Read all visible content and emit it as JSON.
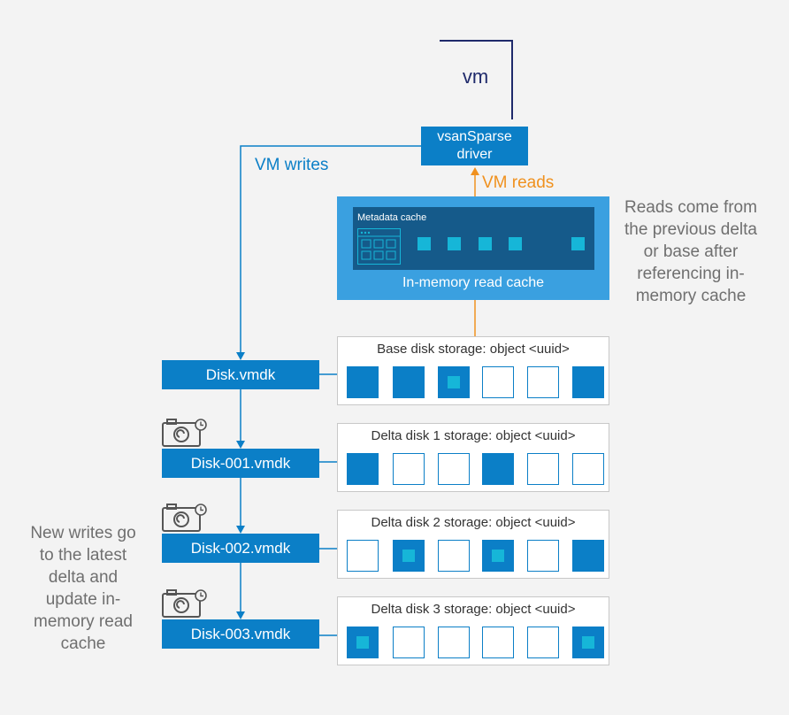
{
  "vm": {
    "label": "vm"
  },
  "driver": {
    "label": "vsanSparse driver"
  },
  "labels": {
    "vm_writes": "VM writes",
    "vm_reads": "VM reads"
  },
  "cache": {
    "metadata_label": "Metadata cache",
    "title": "In-memory read cache"
  },
  "notes": {
    "right": "Reads come from the previous delta or base after referencing in-memory cache",
    "left": "New writes go to the latest delta and update in-memory read cache"
  },
  "disks": [
    {
      "name": "Disk.vmdk",
      "storage_title": "Base disk  storage: object <uuid>",
      "snapshot": false,
      "cells": [
        "filled",
        "filled",
        "chip",
        "empty",
        "empty",
        "filled"
      ]
    },
    {
      "name": "Disk-001.vmdk",
      "storage_title": "Delta disk 1 storage: object <uuid>",
      "snapshot": true,
      "cells": [
        "filled",
        "empty",
        "empty",
        "filled",
        "empty",
        "empty"
      ]
    },
    {
      "name": "Disk-002.vmdk",
      "storage_title": "Delta disk 2 storage: object <uuid>",
      "snapshot": true,
      "cells": [
        "empty",
        "chip",
        "empty",
        "chip",
        "empty",
        "filled"
      ]
    },
    {
      "name": "Disk-003.vmdk",
      "storage_title": "Delta disk 3 storage: object <uuid>",
      "snapshot": true,
      "cells": [
        "chip",
        "empty",
        "empty",
        "empty",
        "empty",
        "chip"
      ]
    }
  ],
  "colors": {
    "accent": "#0b7fc7",
    "reads": "#f0911e",
    "chip": "#16b6d8",
    "text_gray": "#6f6f6f"
  }
}
